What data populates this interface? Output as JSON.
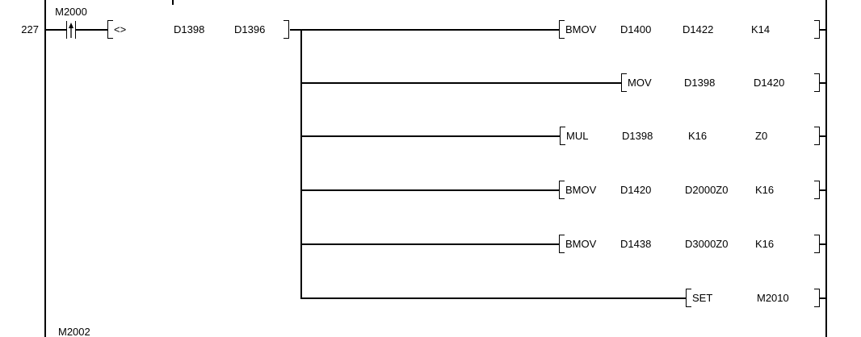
{
  "diagram": {
    "rung_number": "227",
    "contact": {
      "label": "M2000",
      "type": "rising-edge-pulse"
    },
    "compare": {
      "operator": "<>",
      "operand1": "D1398",
      "operand2": "D1396"
    },
    "outputs": [
      {
        "instruction": "BMOV",
        "operands": [
          "D1400",
          "D1422",
          "K14"
        ]
      },
      {
        "instruction": "MOV",
        "operands": [
          "D1398",
          "D1420"
        ]
      },
      {
        "instruction": "MUL",
        "operands": [
          "D1398",
          "K16",
          "Z0"
        ]
      },
      {
        "instruction": "BMOV",
        "operands": [
          "D1420",
          "D2000Z0",
          "K16"
        ]
      },
      {
        "instruction": "BMOV",
        "operands": [
          "D1438",
          "D3000Z0",
          "K16"
        ]
      },
      {
        "instruction": "SET",
        "operands": [
          "M2010"
        ]
      }
    ],
    "next_rung_label": "M2002",
    "colors": {
      "line": "#000000",
      "background": "#ffffff",
      "text": "#000000"
    }
  }
}
